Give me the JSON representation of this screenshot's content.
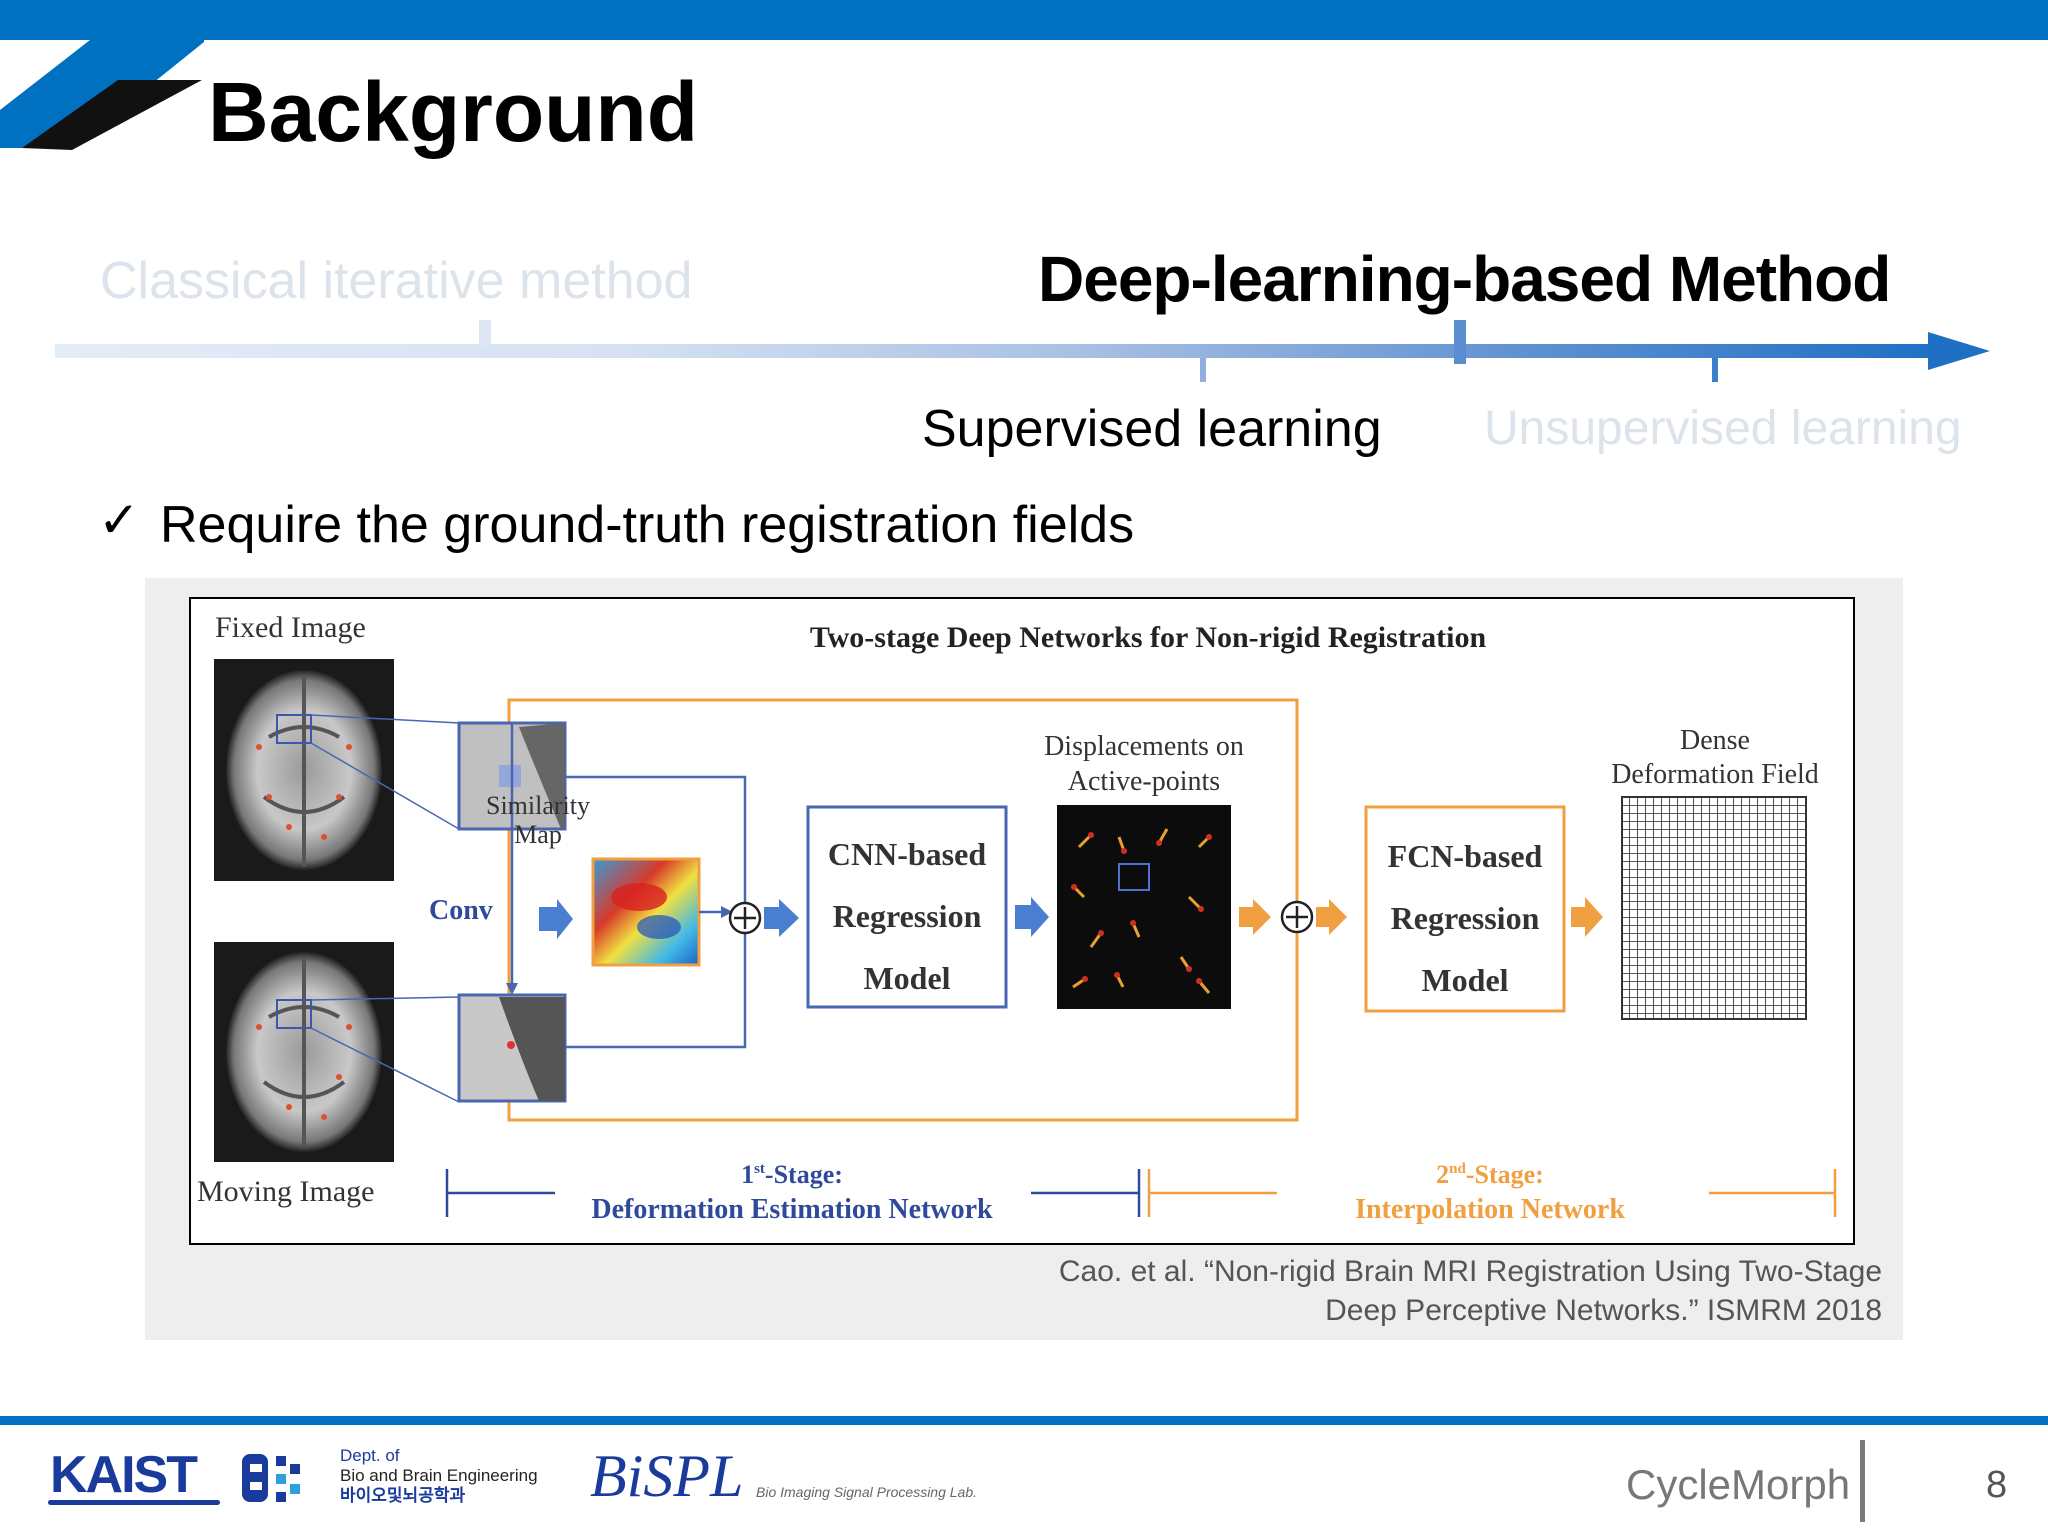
{
  "slide": {
    "title": "Background",
    "page_number": "8",
    "footer_title": "CycleMorph"
  },
  "timeline": {
    "classical_label": "Classical iterative method",
    "deep_label": "Deep-learning-based Method",
    "supervised_label": "Supervised learning",
    "unsupervised_label": "Unsupervised learning"
  },
  "bullet": {
    "icon": "check-mark-icon",
    "text": "Require the ground-truth registration fields"
  },
  "figure": {
    "title": "Two-stage Deep Networks for Non-rigid Registration",
    "fixed_image_label": "Fixed Image",
    "moving_image_label": "Moving Image",
    "conv_label": "Conv",
    "similarity_label_1": "Similarity",
    "similarity_label_2": "Map",
    "cnn_label_1": "CNN-based",
    "cnn_label_2": "Regression",
    "cnn_label_3": "Model",
    "displacements_label_1": "Displacements on",
    "displacements_label_2": "Active-points",
    "fcn_label_1": "FCN-based",
    "fcn_label_2": "Regression",
    "fcn_label_3": "Model",
    "dense_label_1": "Dense",
    "dense_label_2": "Deformation Field",
    "stage1_ordinal": "1",
    "stage1_suffix": "st",
    "stage1_word": "-Stage:",
    "stage1_name": "Deformation Estimation Network",
    "stage2_ordinal": "2",
    "stage2_suffix": "nd",
    "stage2_word": "-Stage:",
    "stage2_name": "Interpolation Network"
  },
  "citation": {
    "line1": "Cao. et al. “Non-rigid Brain MRI Registration Using Two-Stage",
    "line2": "Deep Perceptive Networks.” ISMRM 2018"
  },
  "footer": {
    "kaist_logo": "KAIST",
    "dept_line1": "Dept. of",
    "dept_line2": "Bio and Brain Engineering",
    "dept_line3": "바이오및뇌공학과",
    "lab_logo": "BiSPL",
    "lab_subtitle": "Bio Imaging Signal Processing Lab."
  },
  "colors": {
    "accent_blue": "#0070c0",
    "stage1_blue": "#2f4a9a",
    "stage2_orange": "#f0a040",
    "faded_text": "#dce3ea"
  }
}
